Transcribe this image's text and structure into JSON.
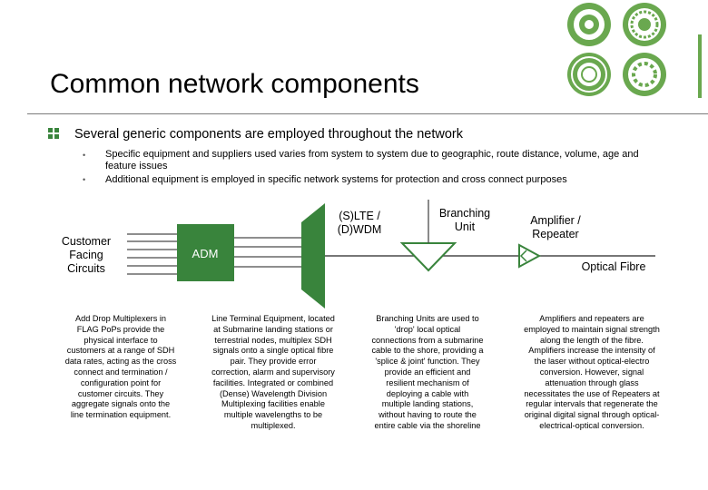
{
  "title": "Common network components",
  "bullet": "Several generic components are employed throughout the network",
  "sub_bullets": [
    "Specific equipment and suppliers used varies from system to system due to geographic, route distance, volume, age and feature issues",
    "Additional equipment is employed in specific network systems for protection and cross connect purposes"
  ],
  "diagram": {
    "customer_facing": [
      "Customer",
      "Facing",
      "Circuits"
    ],
    "adm": "ADM",
    "wdm": [
      "(S)LTE /",
      "(D)WDM"
    ],
    "branching": [
      "Branching",
      "Unit"
    ],
    "amplifier": [
      "Amplifier /",
      "Repeater"
    ],
    "optical_fibre": "Optical Fibre"
  },
  "descriptions": [
    [
      "Add Drop Multiplexers in",
      "FLAG PoPs provide the",
      "physical interface to",
      "customers at a range of SDH",
      "data rates, acting as the cross",
      "connect and termination /",
      "configuration point for",
      "customer circuits.  They",
      "aggregate signals onto the",
      "line termination equipment."
    ],
    [
      "Line Terminal Equipment, located",
      "at Submarine landing stations or",
      "terrestrial nodes, multiplex SDH",
      "signals onto a single optical fibre",
      "pair.  They provide error",
      "correction, alarm and supervisory",
      "facilities. Integrated or combined",
      "(Dense) Wavelength Division",
      "Multiplexing facilities enable",
      "multiple wavelengths to be",
      "multiplexed."
    ],
    [
      "Branching Units are used to",
      "'drop' local optical",
      "connections from a submarine",
      "cable to the shore, providing a",
      "'splice & joint' function.  They",
      "provide an efficient and",
      "resilient mechanism of",
      "deploying a cable with",
      "multiple landing stations,",
      "without having to route the",
      "entire cable via the shoreline"
    ],
    [
      "Amplifiers and repeaters are",
      "employed to maintain signal strength",
      "along the length of the fibre.",
      "Amplifiers increase the intensity of",
      "the laser without optical-electro",
      "conversion.  However, signal",
      "attenuation through glass",
      "necessitates the use of Repeaters at",
      "regular intervals that regenerate the",
      "original digital signal through optical-",
      "electrical-optical conversion."
    ]
  ],
  "colors": {
    "accent_green": "#39843c",
    "logo_green": "#6aa84f",
    "rule_grey": "#7a7a7a"
  }
}
